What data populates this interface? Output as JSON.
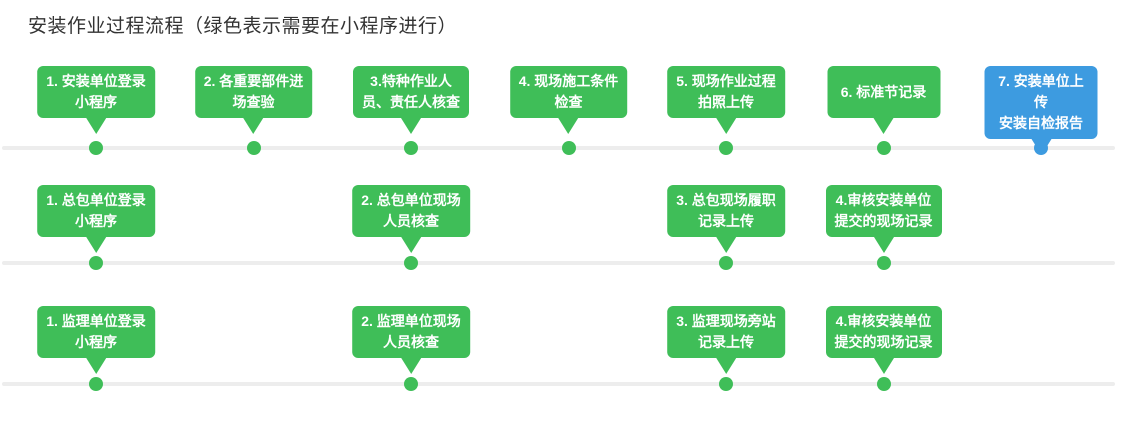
{
  "title": "安装作业过程流程（绿色表示需要在小程序进行）",
  "colors": {
    "green": "#3fbe58",
    "blue": "#3d9be0",
    "line": "#ededed",
    "title_text": "#333333",
    "node_text": "#ffffff"
  },
  "rows": [
    {
      "id": "installer-flow",
      "nodes": [
        {
          "col": 0,
          "color": "green",
          "lines": [
            "1. 安装单位登录",
            "小程序"
          ]
        },
        {
          "col": 1,
          "color": "green",
          "lines": [
            "2. 各重要部件进",
            "场查验"
          ]
        },
        {
          "col": 2,
          "color": "green",
          "lines": [
            "3.特种作业人",
            "员、责任人核查"
          ]
        },
        {
          "col": 3,
          "color": "green",
          "lines": [
            "4. 现场施工条件",
            "检查"
          ]
        },
        {
          "col": 4,
          "color": "green",
          "lines": [
            "5. 现场作业过程",
            "拍照上传"
          ]
        },
        {
          "col": 5,
          "color": "green",
          "lines": [
            "6. 标准节记录"
          ]
        },
        {
          "col": 6,
          "color": "blue",
          "lines": [
            "7. 安装单位上传",
            "安装自检报告"
          ]
        }
      ]
    },
    {
      "id": "general-contractor-flow",
      "nodes": [
        {
          "col": 0,
          "color": "green",
          "lines": [
            "1. 总包单位登录",
            "小程序"
          ]
        },
        {
          "col": 2,
          "color": "green",
          "lines": [
            "2. 总包单位现场",
            "人员核查"
          ]
        },
        {
          "col": 4,
          "color": "green",
          "lines": [
            "3. 总包现场履职",
            "记录上传"
          ]
        },
        {
          "col": 5,
          "color": "green",
          "lines": [
            "4.审核安装单位",
            "提交的现场记录"
          ]
        }
      ]
    },
    {
      "id": "supervision-flow",
      "nodes": [
        {
          "col": 0,
          "color": "green",
          "lines": [
            "1. 监理单位登录",
            "小程序"
          ]
        },
        {
          "col": 2,
          "color": "green",
          "lines": [
            "2. 监理单位现场",
            "人员核查"
          ]
        },
        {
          "col": 4,
          "color": "green",
          "lines": [
            "3. 监理现场旁站",
            "记录上传"
          ]
        },
        {
          "col": 5,
          "color": "green",
          "lines": [
            "4.审核安装单位",
            "提交的现场记录"
          ]
        }
      ]
    }
  ]
}
